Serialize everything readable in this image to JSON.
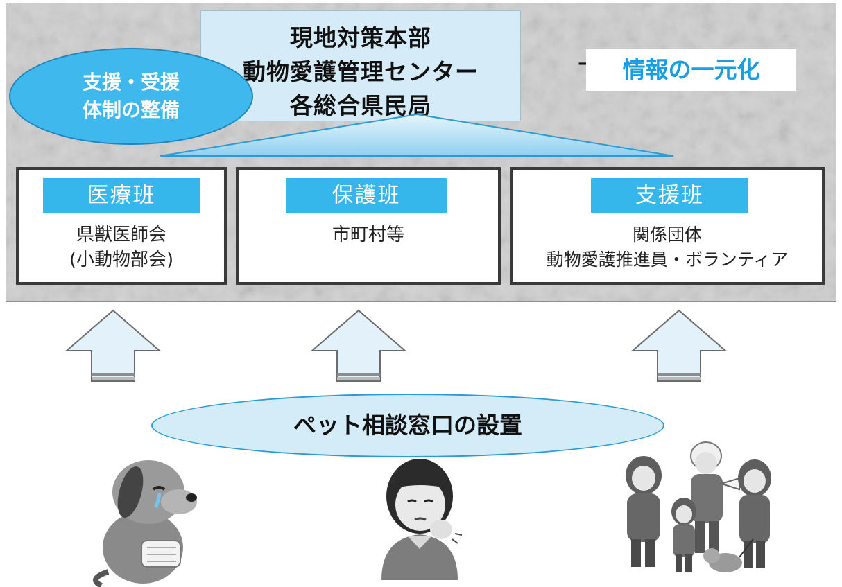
{
  "hq": {
    "line1": "現地対策本部",
    "line2": "動物愛護管理センター",
    "line3": "各総合県民局",
    "arrow": "→"
  },
  "unify_label": "情報の一元化",
  "support_oval": {
    "line1": "支援・受援",
    "line2": "体制の整備"
  },
  "teams": [
    {
      "title": "医療班",
      "lines": [
        "県獣医師会",
        "(小動物部会)"
      ]
    },
    {
      "title": "保護班",
      "lines": [
        "市町村等"
      ]
    },
    {
      "title": "支援班",
      "lines": [
        "関係団体",
        "動物愛護推進員・ボランティア"
      ]
    }
  ],
  "consultation": "ペット相談窓口の設置",
  "illustrations": [
    "injured-dog",
    "worried-person",
    "evacuating-people-with-dog"
  ],
  "colors": {
    "accent_blue": "#35b7ec",
    "light_blue": "#d5ecf8",
    "unify_text": "#1a9ee3",
    "panel_gray": "#c9c9c9",
    "frame_dark": "#3a3a3a"
  }
}
